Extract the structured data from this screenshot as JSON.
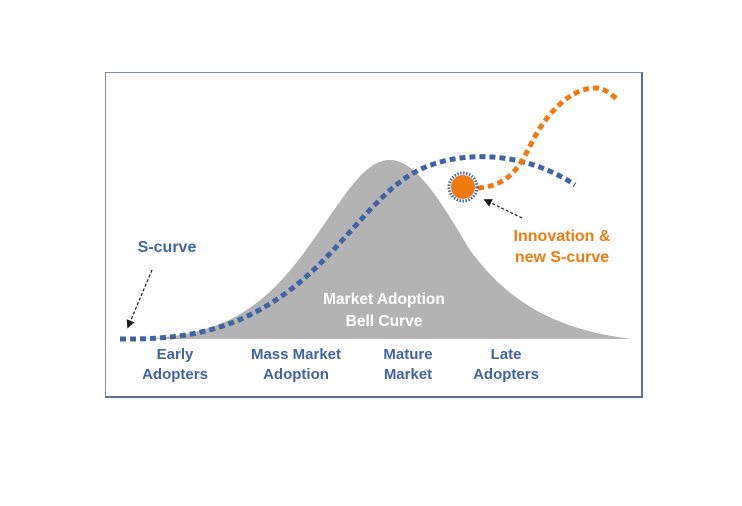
{
  "colors": {
    "blue": "#3f64a6",
    "orange": "#f07a10",
    "bell_gray": "#b3b3b3",
    "frame": "#7a8fb0"
  },
  "labels": {
    "s_curve": "S-curve",
    "innovation_line1": "Innovation &",
    "innovation_line2": "new S-curve",
    "bell_line1": "Market Adoption",
    "bell_line2": "Bell Curve"
  },
  "stages": [
    {
      "line1": "Early",
      "line2": "Adopters"
    },
    {
      "line1": "Mass Market",
      "line2": "Adoption"
    },
    {
      "line1": "Mature",
      "line2": "Market"
    },
    {
      "line1": "Late",
      "line2": "Adopters"
    }
  ],
  "icons": {
    "innovation_marker": "orange-spiky-dot-icon"
  }
}
